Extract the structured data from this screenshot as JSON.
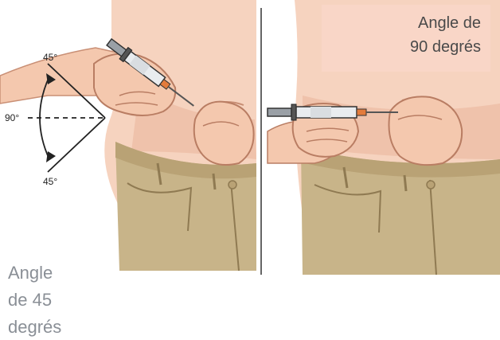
{
  "angle_diagram": {
    "top_label": "45°",
    "middle_label": "90°",
    "bottom_label": "45°"
  },
  "right_panel": {
    "label_line1": "Angle de",
    "label_line2": "90 degrés"
  },
  "left_caption": {
    "line1": "Angle",
    "line2": "de 45",
    "line3": "degrés"
  },
  "colors": {
    "skin": "#f4c8ae",
    "skin_shadow": "#e6a98d",
    "jeans": "#c8b489",
    "jeans_dark": "#a8926a",
    "label_bg": "#f9d6c7",
    "caption_text": "#8a8f96"
  }
}
